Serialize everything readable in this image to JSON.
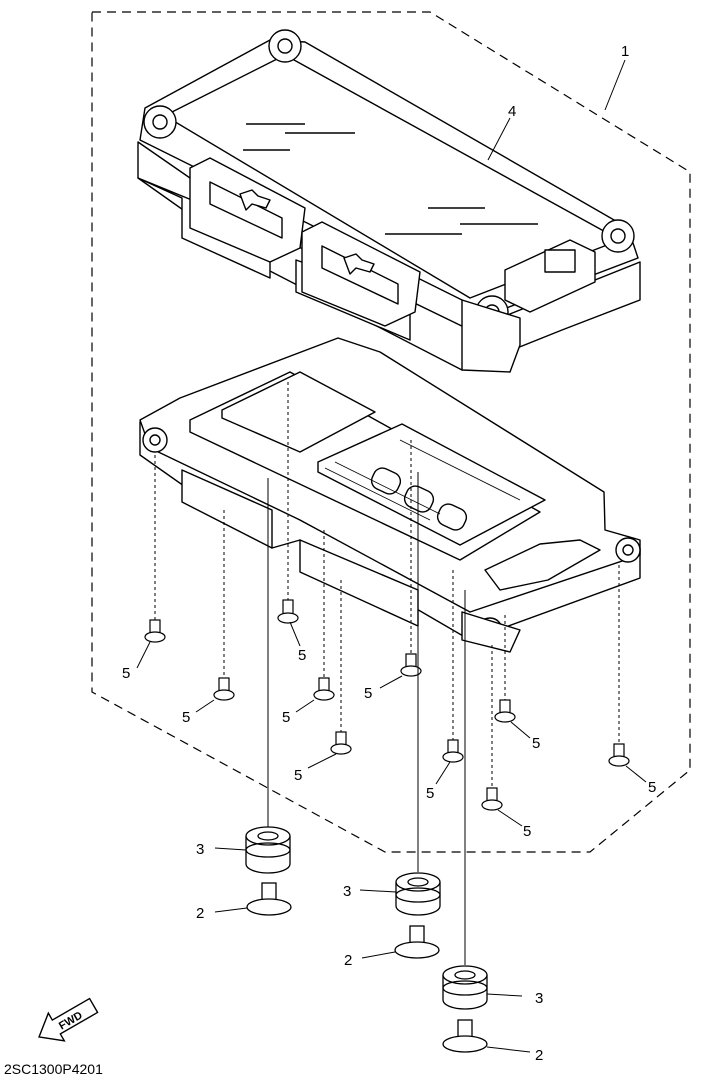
{
  "callouts": {
    "part1": "1",
    "part2": "2",
    "part3": "3",
    "part4": "4",
    "part5": "5"
  },
  "drawing_code": "2SC1300P4201",
  "fwd_label": "FWD"
}
